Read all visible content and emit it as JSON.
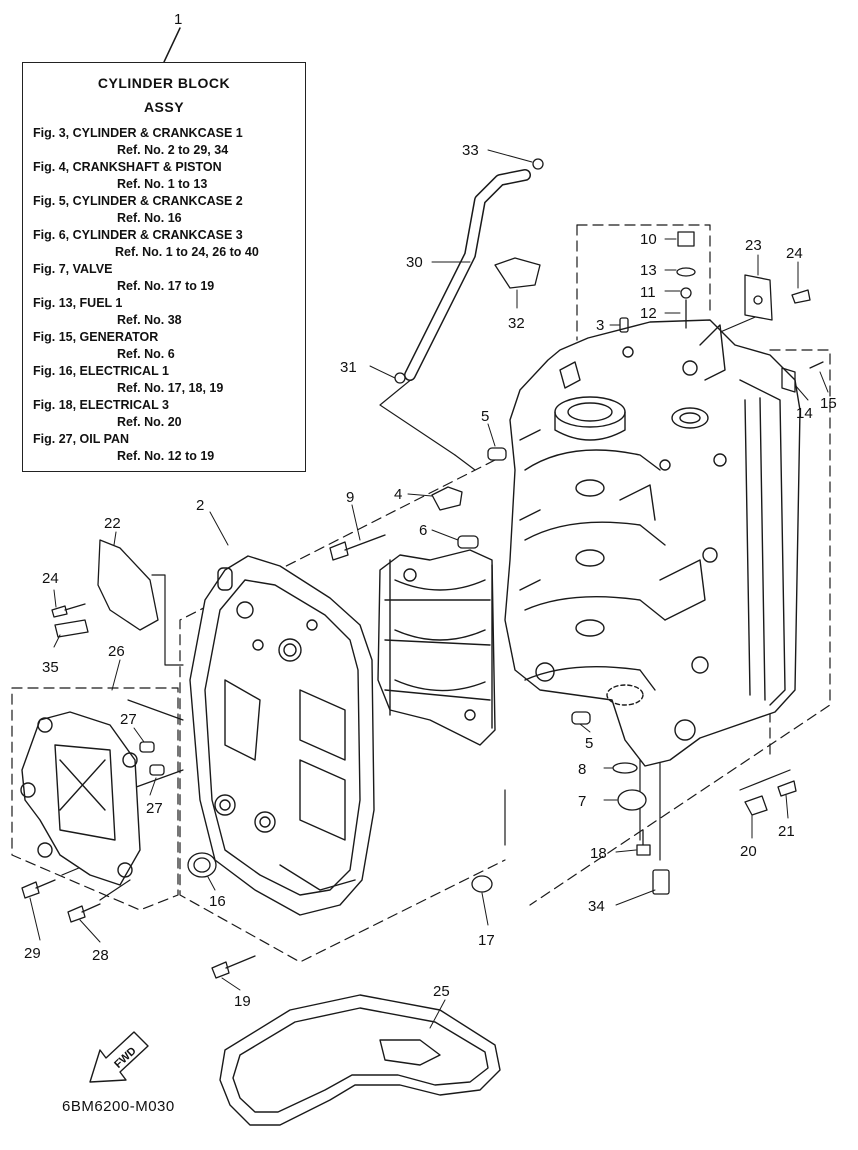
{
  "legend": {
    "title_line1": "CYLINDER BLOCK",
    "title_line2": "ASSY",
    "entries": [
      {
        "fig": "Fig. 3, CYLINDER & CRANKCASE 1",
        "ref": "Ref. No. 2 to 29, 34"
      },
      {
        "fig": "Fig. 4, CRANKSHAFT & PISTON",
        "ref": "Ref. No. 1 to 13"
      },
      {
        "fig": "Fig. 5, CYLINDER & CRANKCASE 2",
        "ref": "Ref. No. 16"
      },
      {
        "fig": "Fig. 6, CYLINDER & CRANKCASE 3",
        "ref": "Ref. No. 1 to 24, 26 to 40"
      },
      {
        "fig": "Fig. 7, VALVE",
        "ref": "Ref. No. 17 to 19"
      },
      {
        "fig": "Fig. 13, FUEL 1",
        "ref": "Ref. No. 38"
      },
      {
        "fig": "Fig. 15, GENERATOR",
        "ref": "Ref. No. 6"
      },
      {
        "fig": "Fig. 16, ELECTRICAL 1",
        "ref": "Ref. No. 17, 18, 19"
      },
      {
        "fig": "Fig. 18, ELECTRICAL 3",
        "ref": "Ref. No. 20"
      },
      {
        "fig": "Fig. 27, OIL PAN",
        "ref": "Ref. No. 12 to 19"
      }
    ]
  },
  "callouts": {
    "c1": "1",
    "c2": "2",
    "c3": "3",
    "c4": "4",
    "c5a": "5",
    "c5b": "5",
    "c6": "6",
    "c7": "7",
    "c8": "8",
    "c9": "9",
    "c10": "10",
    "c11": "11",
    "c12": "12",
    "c13": "13",
    "c14": "14",
    "c15": "15",
    "c16": "16",
    "c17": "17",
    "c18": "18",
    "c19": "19",
    "c20": "20",
    "c21": "21",
    "c22": "22",
    "c23": "23",
    "c24a": "24",
    "c24b": "24",
    "c25": "25",
    "c26": "26",
    "c27a": "27",
    "c27b": "27",
    "c28": "28",
    "c29": "29",
    "c30": "30",
    "c31": "31",
    "c32": "32",
    "c33": "33",
    "c34": "34",
    "c35": "35"
  },
  "fwd_label": "FWD",
  "diagram_code": "6BM6200-M030"
}
